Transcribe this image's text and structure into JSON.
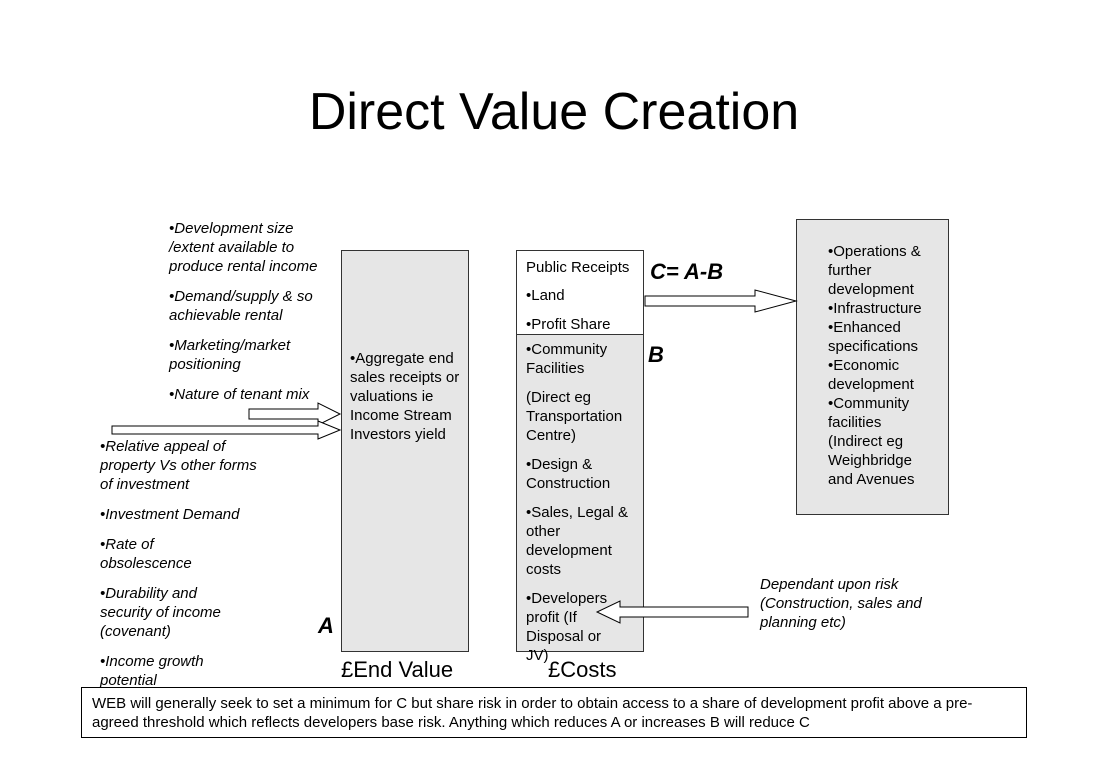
{
  "title": "Direct Value Creation",
  "left_upper_factors": [
    "•Development size /extent available to produce rental income",
    "•Demand/supply & so achievable rental",
    "•Marketing/market positioning",
    "•Nature of tenant mix"
  ],
  "left_lower_factors": [
    "•Relative appeal of property Vs other forms of investment",
    "•Investment Demand",
    "•Rate of obsolescence",
    "•Durability and security of income (covenant)",
    "•Income growth potential"
  ],
  "end_value_box": {
    "text": "•Aggregate end sales receipts or valuations ie Income Stream Investors yield",
    "marker": "A",
    "caption": "£End Value"
  },
  "costs_box": {
    "public_receipts": [
      "Public Receipts",
      "•Land",
      "•Profit Share"
    ],
    "cost_items": [
      "•Community Facilities",
      "(Direct eg Transportation Centre)",
      "•Design & Construction",
      "•Sales, Legal & other development costs",
      "•Developers profit (If Disposal or JV)"
    ],
    "marker": "B",
    "caption": "£Costs"
  },
  "formula": "C= A-B",
  "right_box_items": [
    "•Operations & further development",
    "•Infrastructure",
    "•Enhanced specifications",
    "•Economic development",
    "•Community facilities",
    "(Indirect eg Weighbridge and Avenues"
  ],
  "risk_note": "Dependant upon risk (Construction, sales and planning etc)",
  "footer_note": "WEB will generally seek to set a minimum for C but share risk in order to obtain access to a share of development profit above a pre-agreed threshold which reflects developers base risk. Anything which reduces A or increases B will reduce C"
}
